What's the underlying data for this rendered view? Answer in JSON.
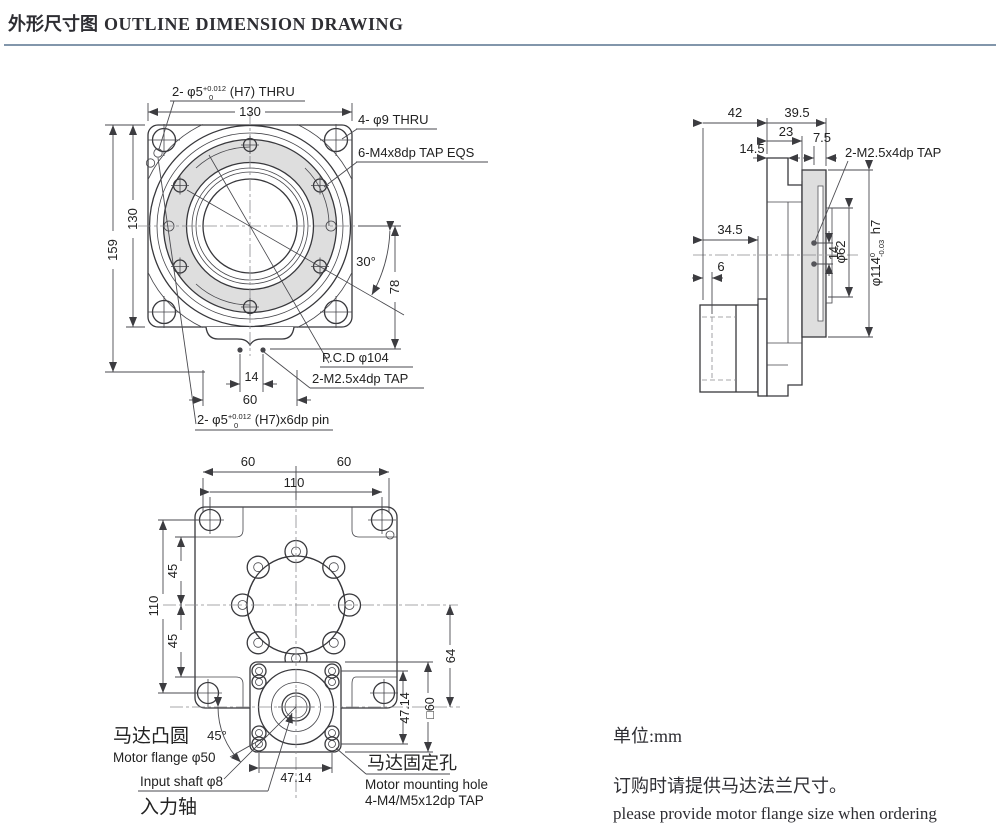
{
  "page": {
    "title_cn": "外形尺寸图",
    "title_en": "OUTLINE DIMENSION DRAWING",
    "unit_label": "单位:mm",
    "note_cn": "订购时请提供马达法兰尺寸。",
    "note_en": "please provide motor flange size when ordering",
    "accent_color": "#8296ab"
  },
  "front_view": {
    "labels": {
      "pin_thru": {
        "prefix": "2- φ5",
        "sup": "+0.012",
        "sub": "0",
        "suffix": " (H7) THRU"
      },
      "dim_130_top": "130",
      "dim_159": "159",
      "dim_130_left": "130",
      "holes_9": "4- φ9 THRU",
      "taps_m4": "6-M4x8dp TAP EQS",
      "angle_30": "30°",
      "dim_78": "78",
      "pcd": "P.C.D  φ104",
      "taps_m25": "2-M2.5x4dp TAP",
      "dim_14": "14",
      "dim_60": "60",
      "pin_6dp": {
        "prefix": "2- φ5",
        "sup": "+0.012",
        "sub": "0",
        "suffix": " (H7)x6dp pin"
      }
    }
  },
  "side_view": {
    "labels": {
      "dim_42": "42",
      "dim_39_5": "39.5",
      "dim_23": "23",
      "dim_14_5": "14.5",
      "dim_7_5": "7.5",
      "taps_m25": "2-M2.5x4dp TAP",
      "dim_34_5": "34.5",
      "dim_6": "6",
      "dim_14": "14",
      "dia_62": "φ62",
      "dia_114": {
        "prefix": "φ114",
        "sup": "0",
        "sub": "-0.03",
        "suffix": " h7"
      }
    }
  },
  "rear_view": {
    "labels": {
      "dim_60_left": "60",
      "dim_60_right": "60",
      "dim_110_top": "110",
      "dim_110_left": "110",
      "dim_45_upper": "45",
      "dim_45_lower": "45",
      "dim_64": "64",
      "dim_47_14_v": "47.14",
      "dim_sq60": "□60",
      "angle_45": "45°",
      "motor_flange_cn": "马达凸圆",
      "motor_flange_en": "Motor flange φ50",
      "input_shaft_en": "Input shaft φ8",
      "input_shaft_cn": "入力轴",
      "dim_47_14_h": "47.14",
      "mount_cn": "马达固定孔",
      "mount_en1": "Motor mounting hole",
      "mount_en2": "4-M4/M5x12dp TAP"
    }
  }
}
